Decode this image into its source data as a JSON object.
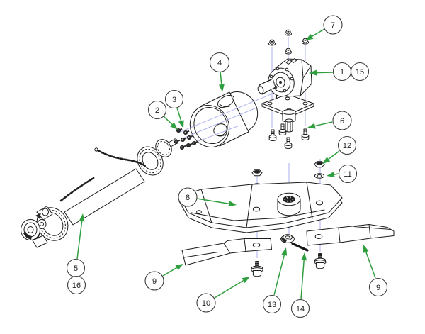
{
  "colors": {
    "line": "#1c1c1c",
    "arrow_green": "#2f9e3f",
    "axis_blue": "#b2b6ee",
    "callout_ring": "#3c3c3c",
    "number_text": "#222222",
    "background": "#ffffff"
  },
  "callouts": [
    {
      "label": "7"
    },
    {
      "label": "1"
    },
    {
      "label": "15"
    },
    {
      "label": "6"
    },
    {
      "label": "12"
    },
    {
      "label": "11"
    },
    {
      "label": "8"
    },
    {
      "label": "4"
    },
    {
      "label": "3"
    },
    {
      "label": "2"
    },
    {
      "label": "5"
    },
    {
      "label": "16"
    },
    {
      "label": "9"
    },
    {
      "label": "10"
    },
    {
      "label": "13"
    },
    {
      "label": "14"
    },
    {
      "label": "9"
    }
  ]
}
